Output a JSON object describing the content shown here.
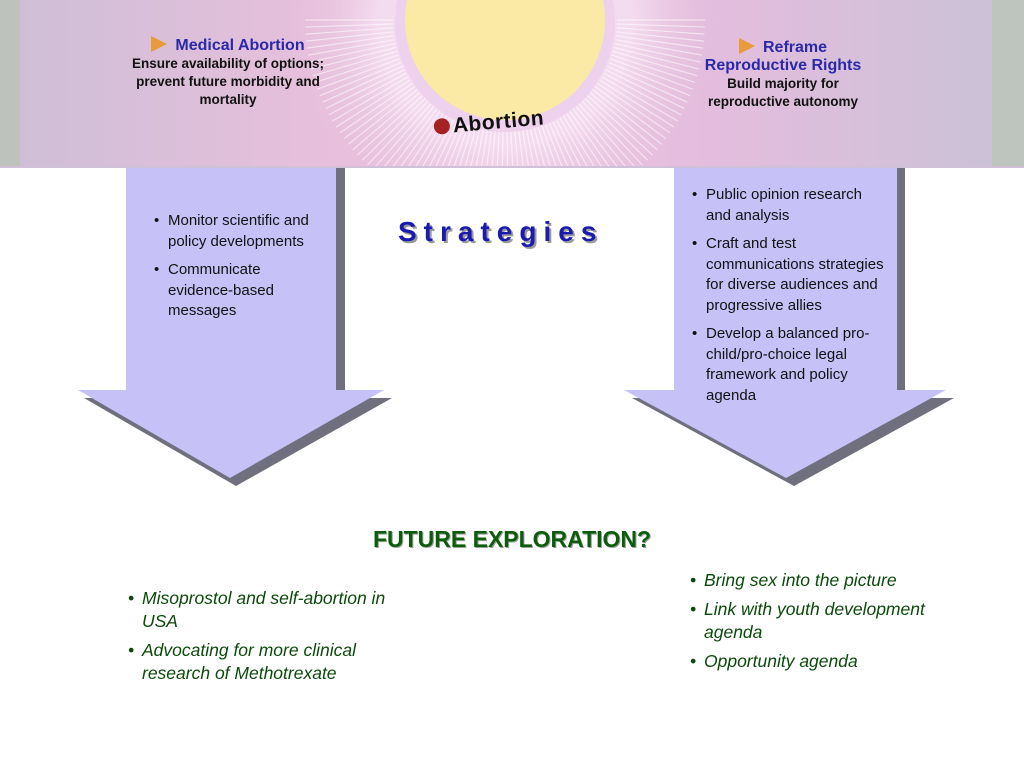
{
  "header": {
    "left": {
      "title": "Medical Abortion",
      "subtitle": "Ensure availability of options; prevent future morbidity and mortality"
    },
    "right": {
      "title": "Reframe Reproductive Rights",
      "subtitle": "Build majority for reproductive autonomy"
    },
    "center_label": "Abortion"
  },
  "strategies": {
    "title": "Strategies",
    "left_items": [
      "Monitor scientific and policy developments",
      "Communicate evidence-based messages"
    ],
    "right_items": [
      "Public opinion research and analysis",
      "Craft and test communications strategies for diverse audiences and progressive allies",
      "Develop a balanced pro-child/pro-choice legal framework and policy agenda"
    ]
  },
  "future": {
    "title": "FUTURE EXPLORATION?",
    "left_items": [
      "Misoprostol and self-abortion in USA",
      "Advocating for more clinical research of Methotrexate"
    ],
    "right_items": [
      "Bring sex into the picture",
      "Link with youth development agenda",
      "Opportunity agenda"
    ]
  },
  "colors": {
    "arrow_fill": "#c6c2f8",
    "arrow_shadow": "#6f6f7e",
    "title_blue": "#1a1ab0",
    "future_green": "#0b5d0b",
    "header_blue": "#2a2aa8",
    "accent_orange": "#e89a3c",
    "dot_red": "#a62222"
  }
}
